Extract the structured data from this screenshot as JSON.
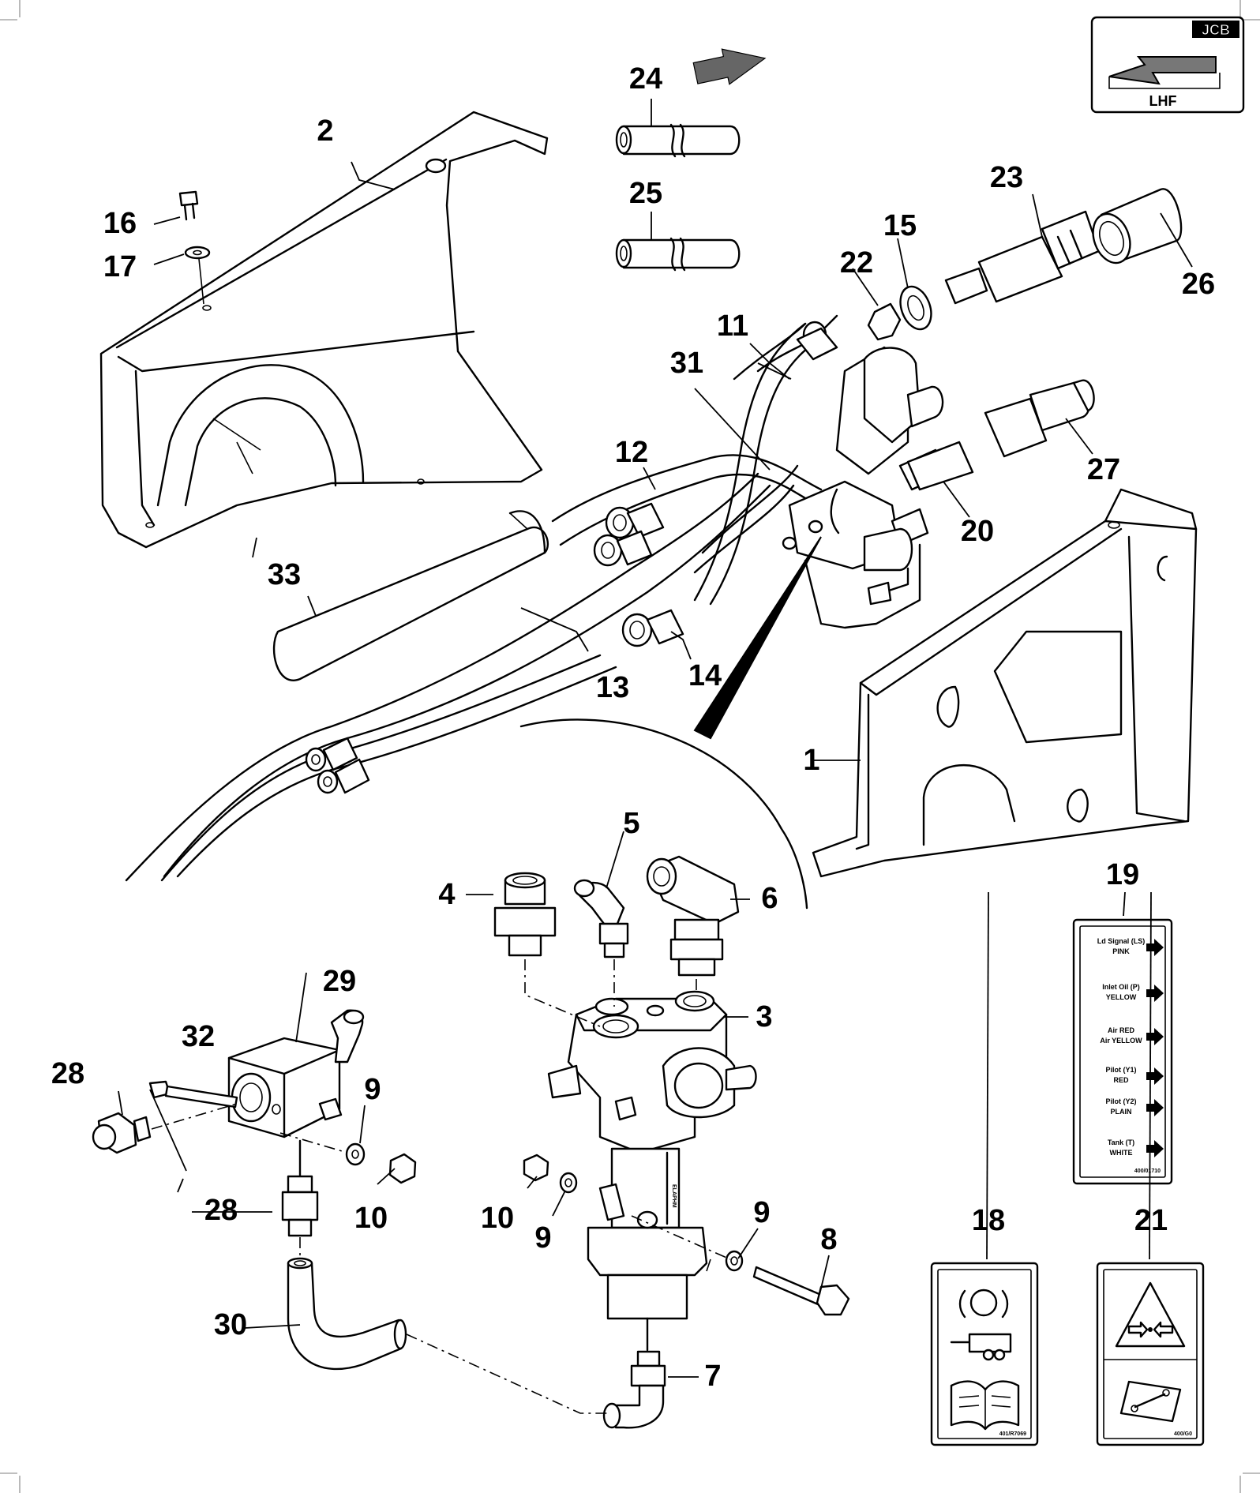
{
  "direction_box": {
    "brand": "JCB",
    "label": "LHF"
  },
  "callouts": [
    {
      "id": "c1",
      "text": "1"
    },
    {
      "id": "c2",
      "text": "2"
    },
    {
      "id": "c3",
      "text": "3"
    },
    {
      "id": "c4",
      "text": "4"
    },
    {
      "id": "c5",
      "text": "5"
    },
    {
      "id": "c6",
      "text": "6"
    },
    {
      "id": "c7",
      "text": "7"
    },
    {
      "id": "c8",
      "text": "8"
    },
    {
      "id": "c9a",
      "text": "9"
    },
    {
      "id": "c9b",
      "text": "9"
    },
    {
      "id": "c9c",
      "text": "9"
    },
    {
      "id": "c10a",
      "text": "10"
    },
    {
      "id": "c10b",
      "text": "10"
    },
    {
      "id": "c11",
      "text": "11"
    },
    {
      "id": "c12",
      "text": "12"
    },
    {
      "id": "c13",
      "text": "13"
    },
    {
      "id": "c14",
      "text": "14"
    },
    {
      "id": "c15",
      "text": "15"
    },
    {
      "id": "c16",
      "text": "16"
    },
    {
      "id": "c17",
      "text": "17"
    },
    {
      "id": "c18",
      "text": "18"
    },
    {
      "id": "c19",
      "text": "19"
    },
    {
      "id": "c20",
      "text": "20"
    },
    {
      "id": "c21",
      "text": "21"
    },
    {
      "id": "c22",
      "text": "22"
    },
    {
      "id": "c23",
      "text": "23"
    },
    {
      "id": "c24",
      "text": "24"
    },
    {
      "id": "c25",
      "text": "25"
    },
    {
      "id": "c26",
      "text": "26"
    },
    {
      "id": "c27",
      "text": "27"
    },
    {
      "id": "c28a",
      "text": "28"
    },
    {
      "id": "c28b",
      "text": "28"
    },
    {
      "id": "c29",
      "text": "29"
    },
    {
      "id": "c30",
      "text": "30"
    },
    {
      "id": "c31",
      "text": "31"
    },
    {
      "id": "c32",
      "text": "32"
    },
    {
      "id": "c33",
      "text": "33"
    }
  ],
  "hose_label_19": {
    "rows": [
      {
        "line1": "Ld Signal (LS)",
        "line2": "PINK"
      },
      {
        "line1": "Inlet Oil (P)",
        "line2": "YELLOW"
      },
      {
        "line1": "Air RED",
        "line2": "Air YELLOW"
      },
      {
        "line1": "Pilot (Y1)",
        "line2": "RED"
      },
      {
        "line1": "Pilot (Y2)",
        "line2": "PLAIN"
      },
      {
        "line1": "Tank (T)",
        "line2": "WHITE"
      }
    ],
    "part_number": "400/01710"
  },
  "decal_18": {
    "part_number": "401/R7069"
  },
  "decal_21": {
    "part_number": "400/G0"
  }
}
